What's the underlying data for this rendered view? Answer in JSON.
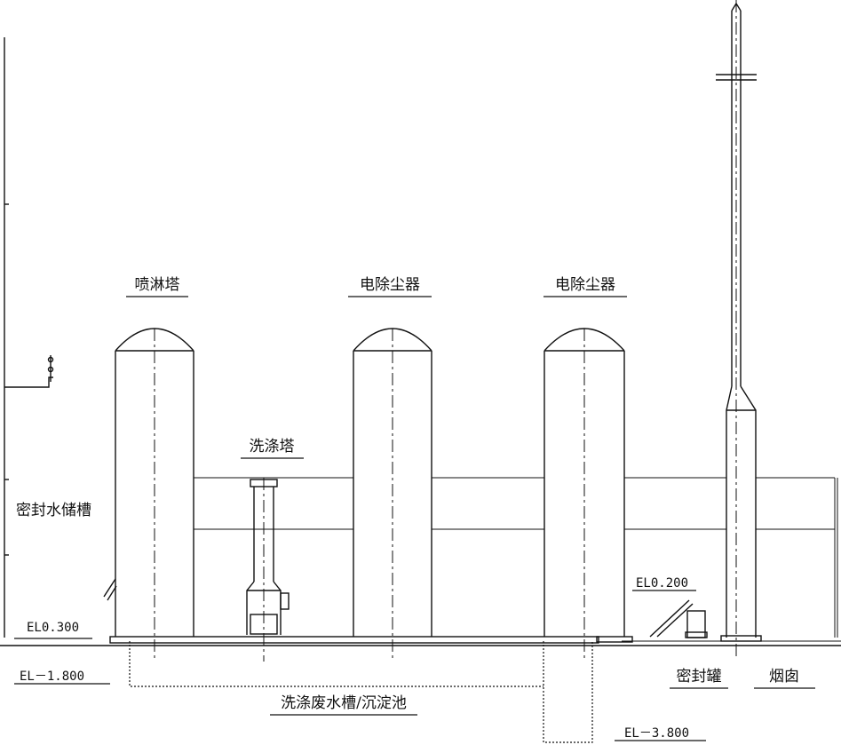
{
  "labels": {
    "spray_tower": "喷淋塔",
    "esp_1": "电除尘器",
    "esp_2": "电除尘器",
    "wash_tower": "洗涤塔",
    "seal_water_tank": "密封水储槽",
    "seal_tank": "密封罐",
    "chimney": "烟囱",
    "wastewater_tank": "洗涤废水槽/沉淀池"
  },
  "elevations": {
    "el_0300": "EL0.300",
    "el_m1800": "EL－1.800",
    "el_0200": "EL0.200",
    "el_m3800": "EL－3.800"
  }
}
